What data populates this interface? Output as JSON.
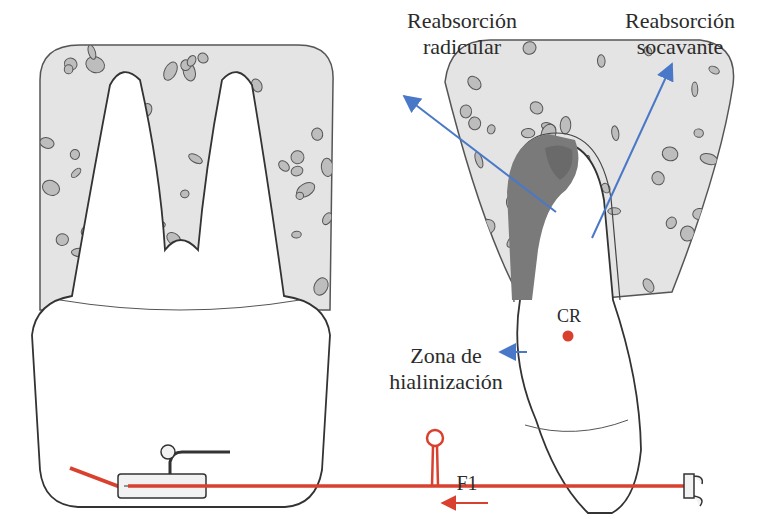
{
  "diagram": {
    "labels": [
      "Reabsorción radicular",
      "Reabsorción socavante",
      "Zona de hialinización",
      "CR",
      "F1"
    ]
  }
}
